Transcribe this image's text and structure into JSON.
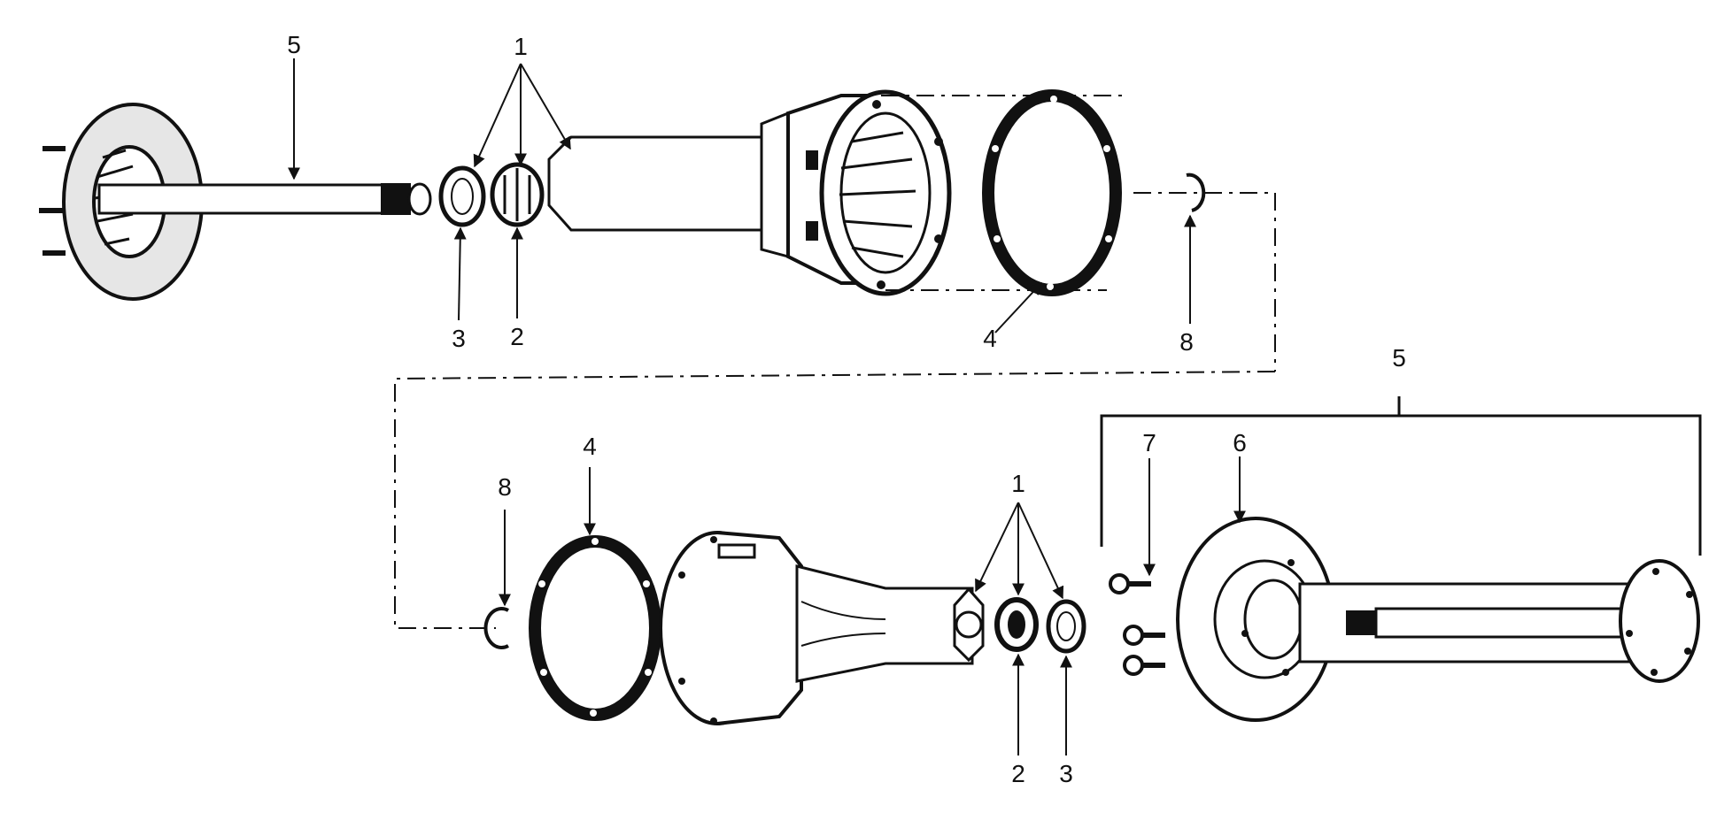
{
  "diagram": {
    "colors": {
      "ink": "#111111",
      "paper": "#ffffff"
    },
    "top_assembly": {
      "callouts": {
        "axle_shaft": "5",
        "bearing_group": "1",
        "bearing_cup": "3",
        "bearing_cone": "2",
        "gasket": "4",
        "retaining_ring": "8"
      }
    },
    "bottom_assembly": {
      "callouts": {
        "retaining_ring": "8",
        "gasket": "4",
        "bearing_group": "1",
        "bearing_cone": "2",
        "bearing_cup": "3",
        "shaft_assembly": "5",
        "bolt": "7",
        "hub": "6"
      }
    }
  }
}
